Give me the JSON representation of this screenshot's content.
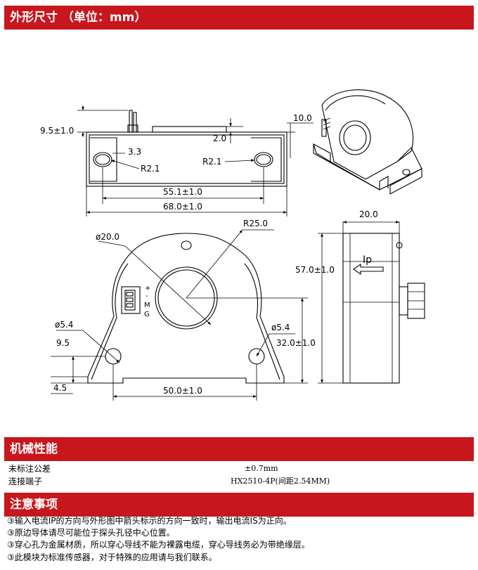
{
  "sections": {
    "dimensions_title": "外形尺寸 （单位：mm）",
    "mechanical_title": "机械性能",
    "notes_title": "注意事项"
  },
  "drawing": {
    "dim_9_5_top": "9.5±1.0",
    "dim_3_3": "3.3",
    "dim_r2_1_left": "R2.1",
    "dim_r2_1_right": "R2.1",
    "dim_2_0": "2.0",
    "dim_10_0": "10.0",
    "dim_55_1": "55.1±1.0",
    "dim_68_0": "68.0±1.0",
    "dim_dia20": "ø20.0",
    "dim_r25": "R25.0",
    "dim_dia5_4_left": "ø5.4",
    "dim_dia5_4_right": "ø5.4",
    "dim_9_5": "9.5",
    "dim_4_5": "4.5",
    "dim_50_0": "50.0±1.0",
    "dim_32_0": "32.0±1.0",
    "dim_57_0": "57.0±1.0",
    "dim_20_0": "20.0",
    "current_label": "Ip",
    "pin_plus": "+",
    "pin_minus": "-",
    "pin_m": "M",
    "pin_g": "G"
  },
  "mechanical": {
    "rows": [
      {
        "label": "未标注公差",
        "value": "±0.7mm"
      },
      {
        "label": "连接端子",
        "value": "HX2510-4P(间距2.54MM)"
      }
    ]
  },
  "notes": [
    "③输入电流IP的方向与外形图中箭头标示的方向一致时，输出电流IS为正向。",
    "③原边导体请尽可能位于探头孔径中心位置。",
    "③穿心孔为金属材质，所以穿心导线不能为裸露电缆，穿心导线务必为带绝缘层。",
    "③此模块为标准传感器，对于特殊的应用请与我们联系。"
  ]
}
